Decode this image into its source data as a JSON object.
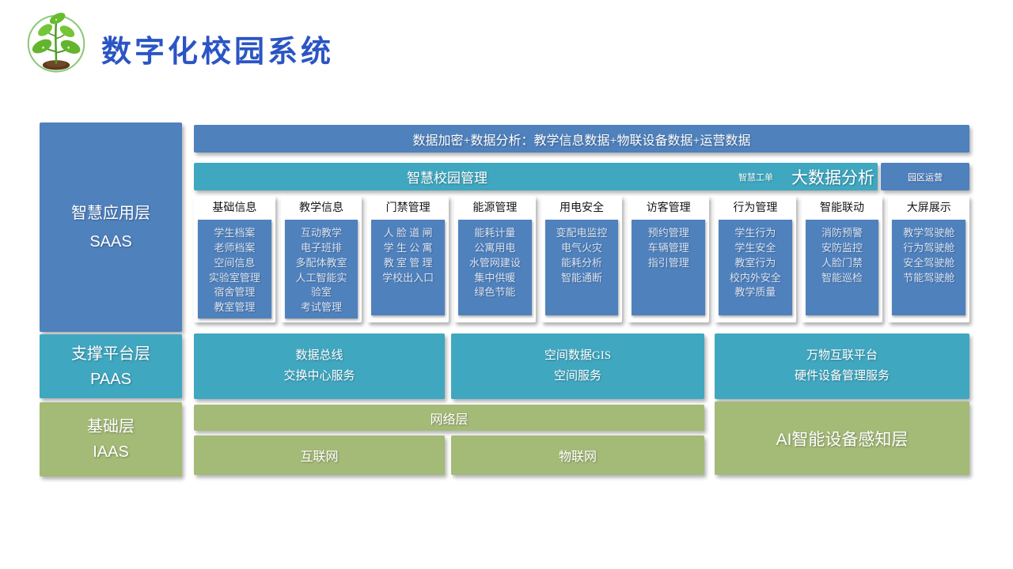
{
  "colors": {
    "blue": "#4f81bd",
    "teal": "#40a7c0",
    "green": "#a4ba77",
    "title_blue": "#2b55c4"
  },
  "header": {
    "title": "数字化校园系统",
    "logo": "green-sapling-logo"
  },
  "sidebar": {
    "saas": {
      "line1": "智慧应用层",
      "line2": "SAAS"
    },
    "paas": {
      "line1": "支撑平台层",
      "line2": "PAAS"
    },
    "iaas": {
      "line1": "基础层",
      "line2": "IAAS"
    }
  },
  "security_bar": {
    "text": "数据加密+数据分析：教学信息数据+物联设备数据+运营数据"
  },
  "management_bar": {
    "title": "智慧校园管理",
    "work_order": "智慧工单",
    "big_data": "大数据分析",
    "park_ops": "园区运营"
  },
  "columns": [
    {
      "header": "基础信息",
      "items": [
        "学生档案",
        "老师档案",
        "空间信息",
        "实验室管理",
        "宿舍管理",
        "教室管理"
      ]
    },
    {
      "header": "教学信息",
      "items": [
        "互动教学",
        "电子班排",
        "多配体教室",
        "人工智能实验室",
        "考试管理"
      ]
    },
    {
      "header": "门禁管理",
      "items": [
        "人 脸 道 闸",
        "学 生 公 寓",
        "教 室 管 理",
        "学校出入口"
      ]
    },
    {
      "header": "能源管理",
      "items": [
        "能耗计量",
        "公寓用电",
        "水管网建设",
        "集中供暖",
        "绿色节能"
      ]
    },
    {
      "header": "用电安全",
      "items": [
        "变配电监控",
        "电气火灾",
        "能耗分析",
        "智能通断"
      ]
    },
    {
      "header": "访客管理",
      "items": [
        "预约管理",
        "车辆管理",
        "指引管理"
      ]
    },
    {
      "header": "行为管理",
      "items": [
        "学生行为",
        "学生安全",
        "教室行为",
        "校内外安全",
        "教学质量"
      ]
    },
    {
      "header": "智能联动",
      "items": [
        "消防预警",
        "安防监控",
        "人脸门禁",
        "智能巡检"
      ]
    },
    {
      "header": "大屏展示",
      "items": [
        "教学驾驶舱",
        "行为驾驶舱",
        "安全驾驶舱",
        "节能驾驶舱"
      ]
    }
  ],
  "platform_row": {
    "data_bus": {
      "line1": "数据总线",
      "line2": "交换中心服务"
    },
    "gis": {
      "line1": "空间数据GIS",
      "line2": "空间服务"
    },
    "iot_platform": {
      "line1": "万物互联平台",
      "line2": "硬件设备管理服务"
    }
  },
  "network_row": {
    "network_layer": "网络层",
    "internet": "互联网",
    "iot": "物联网"
  },
  "ai_layer": {
    "label": "AI智能设备感知层"
  }
}
